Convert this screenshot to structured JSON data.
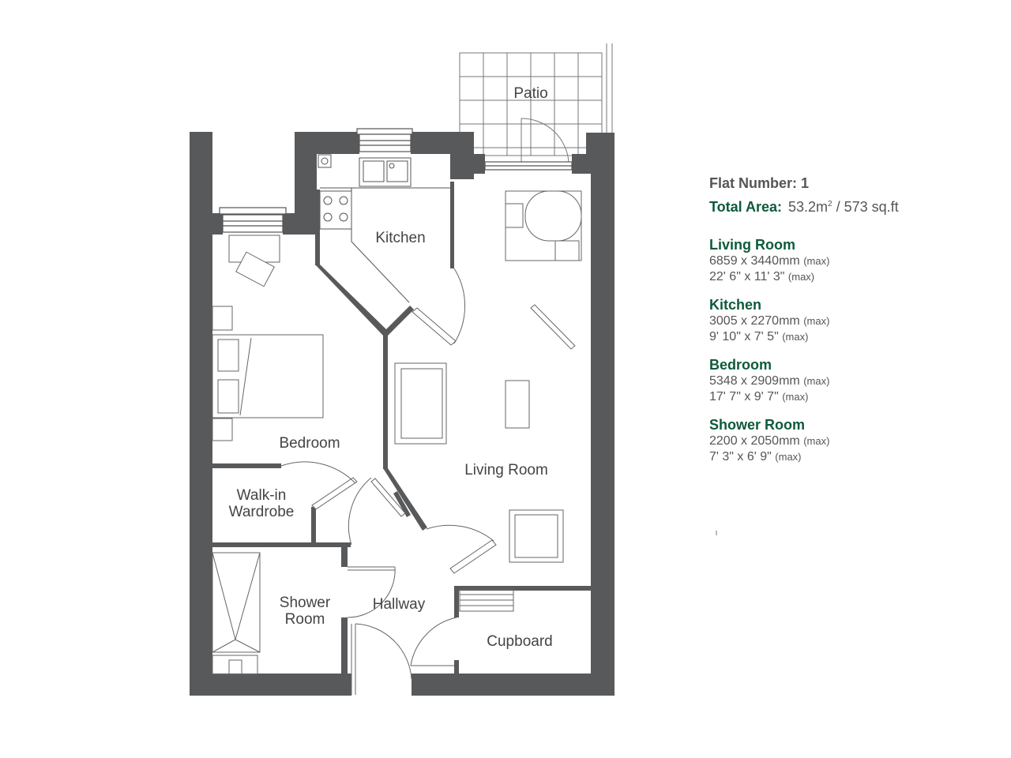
{
  "plan": {
    "wall_color": "#58595b",
    "line_color": "#555555",
    "rooms": [
      {
        "id": "patio",
        "lines": [
          "Patio"
        ]
      },
      {
        "id": "kitchen",
        "lines": [
          "Kitchen"
        ]
      },
      {
        "id": "bedroom",
        "lines": [
          "Bedroom"
        ]
      },
      {
        "id": "living-room",
        "lines": [
          "Living Room"
        ]
      },
      {
        "id": "walk-in-wardrobe",
        "lines": [
          "Walk-in",
          "Wardrobe"
        ]
      },
      {
        "id": "shower-room",
        "lines": [
          "Shower",
          "Room"
        ]
      },
      {
        "id": "hallway",
        "lines": [
          "Hallway"
        ]
      },
      {
        "id": "cupboard",
        "lines": [
          "Cupboard"
        ]
      }
    ]
  },
  "info": {
    "flat_label": "Flat Number: 1",
    "total_area_label": "Total Area:",
    "total_area_metric": "53.2m",
    "total_area_metric_sup": "2",
    "total_area_imperial": " / 573 sq.ft",
    "rooms": [
      {
        "name": "Living Room",
        "metric": "6859 x 3440mm",
        "imperial": "22' 6\" x 11' 3\"",
        "qualifier": "(max)"
      },
      {
        "name": "Kitchen",
        "metric": "3005 x 2270mm",
        "imperial": "9' 10\" x 7' 5\"",
        "qualifier": "(max)"
      },
      {
        "name": "Bedroom",
        "metric": "5348 x 2909mm",
        "imperial": "17' 7\" x 9' 7\"",
        "qualifier": "(max)"
      },
      {
        "name": "Shower Room",
        "metric": "2200 x 2050mm",
        "imperial": "7' 3\" x 6' 9\"",
        "qualifier": "(max)"
      }
    ]
  }
}
